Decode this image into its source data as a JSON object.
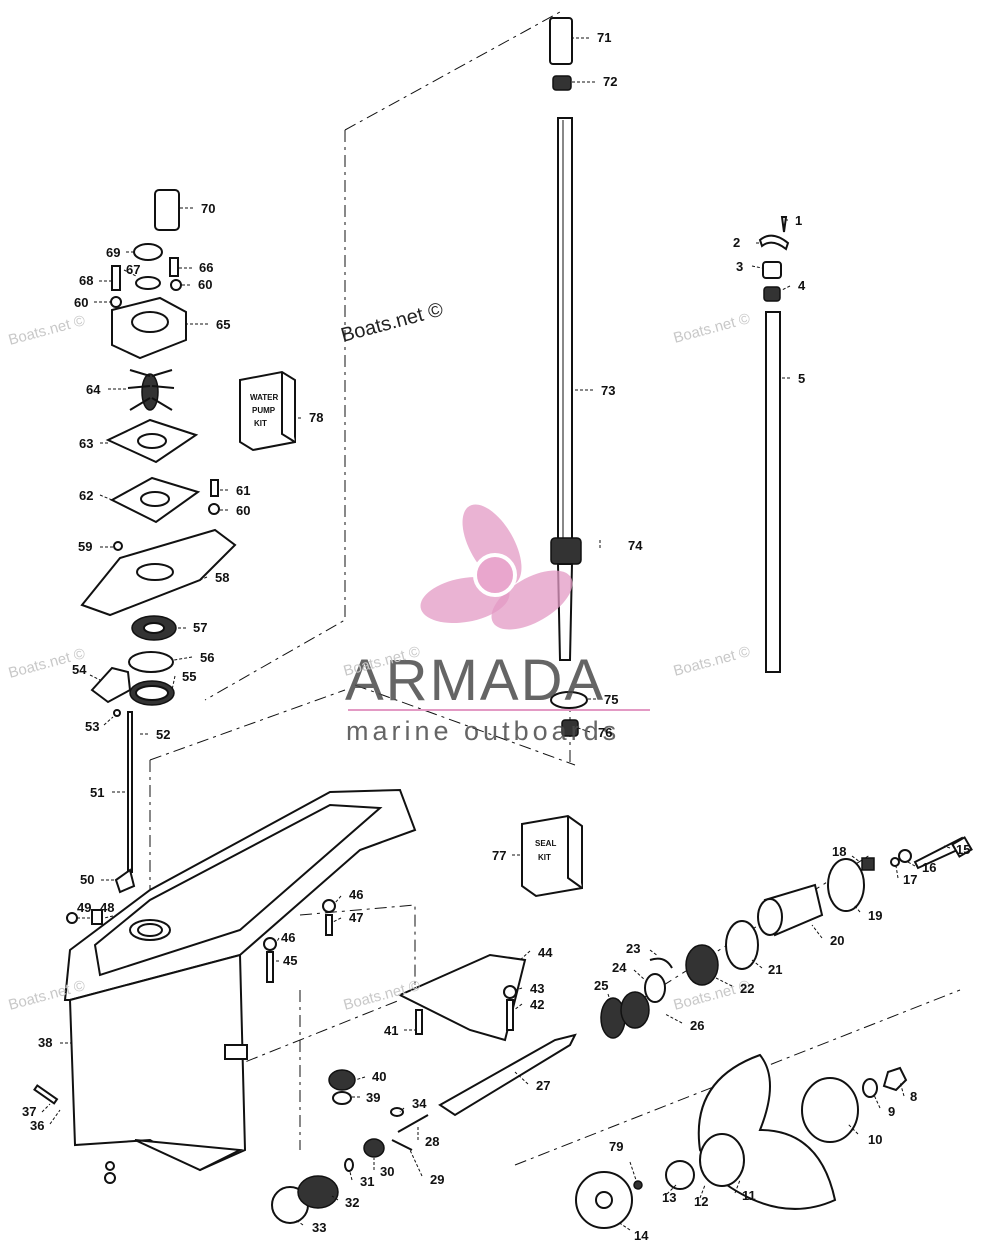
{
  "watermark": {
    "center_text": "Boats.net ©",
    "repeated_text": "Boats.net ©"
  },
  "brand": {
    "name": "ARMADA",
    "tagline": "marine outboards",
    "logo_color": "#e39ac4",
    "text_color": "#4a4a4a"
  },
  "kits": {
    "water_pump": [
      "WATER",
      "PUMP",
      "KIT"
    ],
    "seal": [
      "SEAL",
      "KIT"
    ]
  },
  "callouts": [
    {
      "id": "1",
      "label": "1"
    },
    {
      "id": "2",
      "label": "2"
    },
    {
      "id": "3",
      "label": "3"
    },
    {
      "id": "4",
      "label": "4"
    },
    {
      "id": "5",
      "label": "5"
    },
    {
      "id": "8",
      "label": "8"
    },
    {
      "id": "9",
      "label": "9"
    },
    {
      "id": "10",
      "label": "10"
    },
    {
      "id": "11",
      "label": "11"
    },
    {
      "id": "12",
      "label": "12"
    },
    {
      "id": "13",
      "label": "13"
    },
    {
      "id": "14",
      "label": "14"
    },
    {
      "id": "15",
      "label": "15"
    },
    {
      "id": "16",
      "label": "16"
    },
    {
      "id": "17",
      "label": "17"
    },
    {
      "id": "18",
      "label": "18"
    },
    {
      "id": "19",
      "label": "19"
    },
    {
      "id": "20",
      "label": "20"
    },
    {
      "id": "21",
      "label": "21"
    },
    {
      "id": "22",
      "label": "22"
    },
    {
      "id": "23",
      "label": "23"
    },
    {
      "id": "24",
      "label": "24"
    },
    {
      "id": "25",
      "label": "25"
    },
    {
      "id": "26",
      "label": "26"
    },
    {
      "id": "27",
      "label": "27"
    },
    {
      "id": "28",
      "label": "28"
    },
    {
      "id": "29",
      "label": "29"
    },
    {
      "id": "30",
      "label": "30"
    },
    {
      "id": "31",
      "label": "31"
    },
    {
      "id": "32",
      "label": "32"
    },
    {
      "id": "33",
      "label": "33"
    },
    {
      "id": "34",
      "label": "34"
    },
    {
      "id": "36",
      "label": "36"
    },
    {
      "id": "37",
      "label": "37"
    },
    {
      "id": "38",
      "label": "38"
    },
    {
      "id": "39",
      "label": "39"
    },
    {
      "id": "40",
      "label": "40"
    },
    {
      "id": "41",
      "label": "41"
    },
    {
      "id": "42",
      "label": "42"
    },
    {
      "id": "43",
      "label": "43"
    },
    {
      "id": "44",
      "label": "44"
    },
    {
      "id": "45",
      "label": "45"
    },
    {
      "id": "46a",
      "label": "46"
    },
    {
      "id": "46b",
      "label": "46"
    },
    {
      "id": "47",
      "label": "47"
    },
    {
      "id": "48",
      "label": "48"
    },
    {
      "id": "49",
      "label": "49"
    },
    {
      "id": "50",
      "label": "50"
    },
    {
      "id": "51",
      "label": "51"
    },
    {
      "id": "52",
      "label": "52"
    },
    {
      "id": "53",
      "label": "53"
    },
    {
      "id": "54",
      "label": "54"
    },
    {
      "id": "55",
      "label": "55"
    },
    {
      "id": "56",
      "label": "56"
    },
    {
      "id": "57",
      "label": "57"
    },
    {
      "id": "58",
      "label": "58"
    },
    {
      "id": "59",
      "label": "59"
    },
    {
      "id": "60a",
      "label": "60"
    },
    {
      "id": "60b",
      "label": "60"
    },
    {
      "id": "60c",
      "label": "60"
    },
    {
      "id": "61",
      "label": "61"
    },
    {
      "id": "62",
      "label": "62"
    },
    {
      "id": "63",
      "label": "63"
    },
    {
      "id": "64",
      "label": "64"
    },
    {
      "id": "65",
      "label": "65"
    },
    {
      "id": "66",
      "label": "66"
    },
    {
      "id": "67",
      "label": "67"
    },
    {
      "id": "68",
      "label": "68"
    },
    {
      "id": "69",
      "label": "69"
    },
    {
      "id": "70",
      "label": "70"
    },
    {
      "id": "71",
      "label": "71"
    },
    {
      "id": "72",
      "label": "72"
    },
    {
      "id": "73",
      "label": "73"
    },
    {
      "id": "74",
      "label": "74"
    },
    {
      "id": "75",
      "label": "75"
    },
    {
      "id": "76",
      "label": "76"
    },
    {
      "id": "77",
      "label": "77"
    },
    {
      "id": "78",
      "label": "78"
    },
    {
      "id": "79",
      "label": "79"
    }
  ]
}
